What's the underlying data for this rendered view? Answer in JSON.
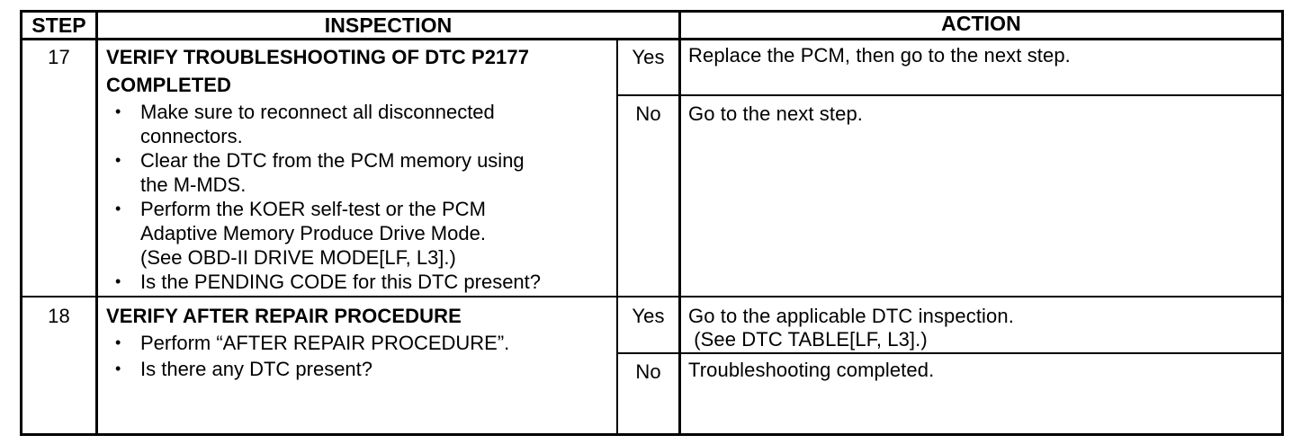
{
  "headers": {
    "step": "STEP",
    "inspection": "INSPECTION",
    "action": "ACTION"
  },
  "rows": [
    {
      "step": "17",
      "title_line1": "VERIFY TROUBLESHOOTING OF DTC P2177",
      "title_line2": "COMPLETED",
      "bullets": [
        "Make sure to reconnect all disconnected\nconnectors.",
        "Clear the DTC from the PCM memory using\nthe M-MDS.",
        "Perform the KOER self-test or the PCM\nAdaptive Memory Produce Drive Mode.\n(See OBD-II DRIVE MODE[LF, L3].)",
        "Is the PENDING CODE for this DTC present?"
      ],
      "answers": [
        {
          "label": "Yes",
          "action": "Replace the PCM, then go to the next step."
        },
        {
          "label": "No",
          "action": "Go to the next step."
        }
      ]
    },
    {
      "step": "18",
      "title_line1": "VERIFY AFTER REPAIR PROCEDURE",
      "bullets": [
        "Perform “AFTER REPAIR PROCEDURE”.",
        "Is there any DTC present?"
      ],
      "answers": [
        {
          "label": "Yes",
          "action_line1": "Go to the applicable DTC inspection.",
          "action_line2": " (See DTC TABLE[LF, L3].)"
        },
        {
          "label": "No",
          "action": "Troubleshooting completed."
        }
      ]
    }
  ]
}
